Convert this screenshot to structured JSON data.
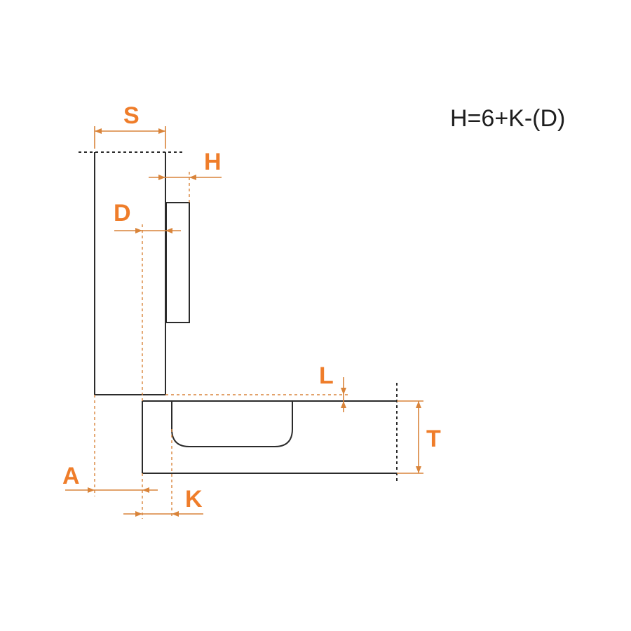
{
  "formula": "H=6+K-(D)",
  "labels": {
    "s": "S",
    "h": "H",
    "d": "D",
    "l": "L",
    "t": "T",
    "a": "A",
    "k": "K"
  },
  "colors": {
    "dimension": "#ef7d2a",
    "outline": "#2b2b2b"
  }
}
